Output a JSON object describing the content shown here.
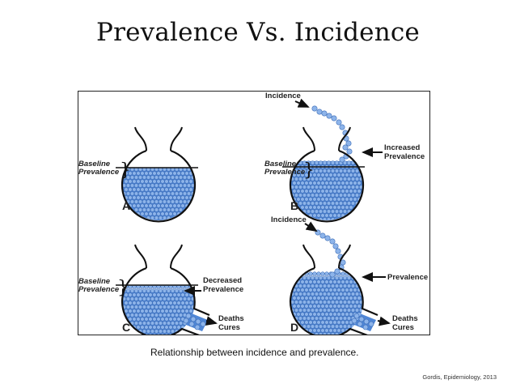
{
  "slide": {
    "title": "Prevalence Vs. Incidence",
    "caption": "Relationship between incidence and prevalence.",
    "citation": "Gordis, Epidemiology, 2013"
  },
  "colors": {
    "fluid": "#4f86d6",
    "bubble": "#8db4ea",
    "outline": "#111111"
  },
  "panels": {
    "A": {
      "letter": "A",
      "left_label_1": "Baseline",
      "left_label_2": "Prevalence"
    },
    "B": {
      "letter": "B",
      "left_label_1": "Baseline",
      "left_label_2": "Prevalence",
      "top_label": "Incidence",
      "right_label_1": "Increased",
      "right_label_2": "Prevalence"
    },
    "C": {
      "letter": "C",
      "left_label_1": "Baseline",
      "left_label_2": "Prevalence",
      "right_label_1": "Decreased",
      "right_label_2": "Prevalence",
      "outflow_1": "Deaths",
      "outflow_2": "Cures"
    },
    "D": {
      "letter": "D",
      "top_label": "Incidence",
      "right_label_1": "Prevalence",
      "outflow_1": "Deaths",
      "outflow_2": "Cures"
    }
  }
}
